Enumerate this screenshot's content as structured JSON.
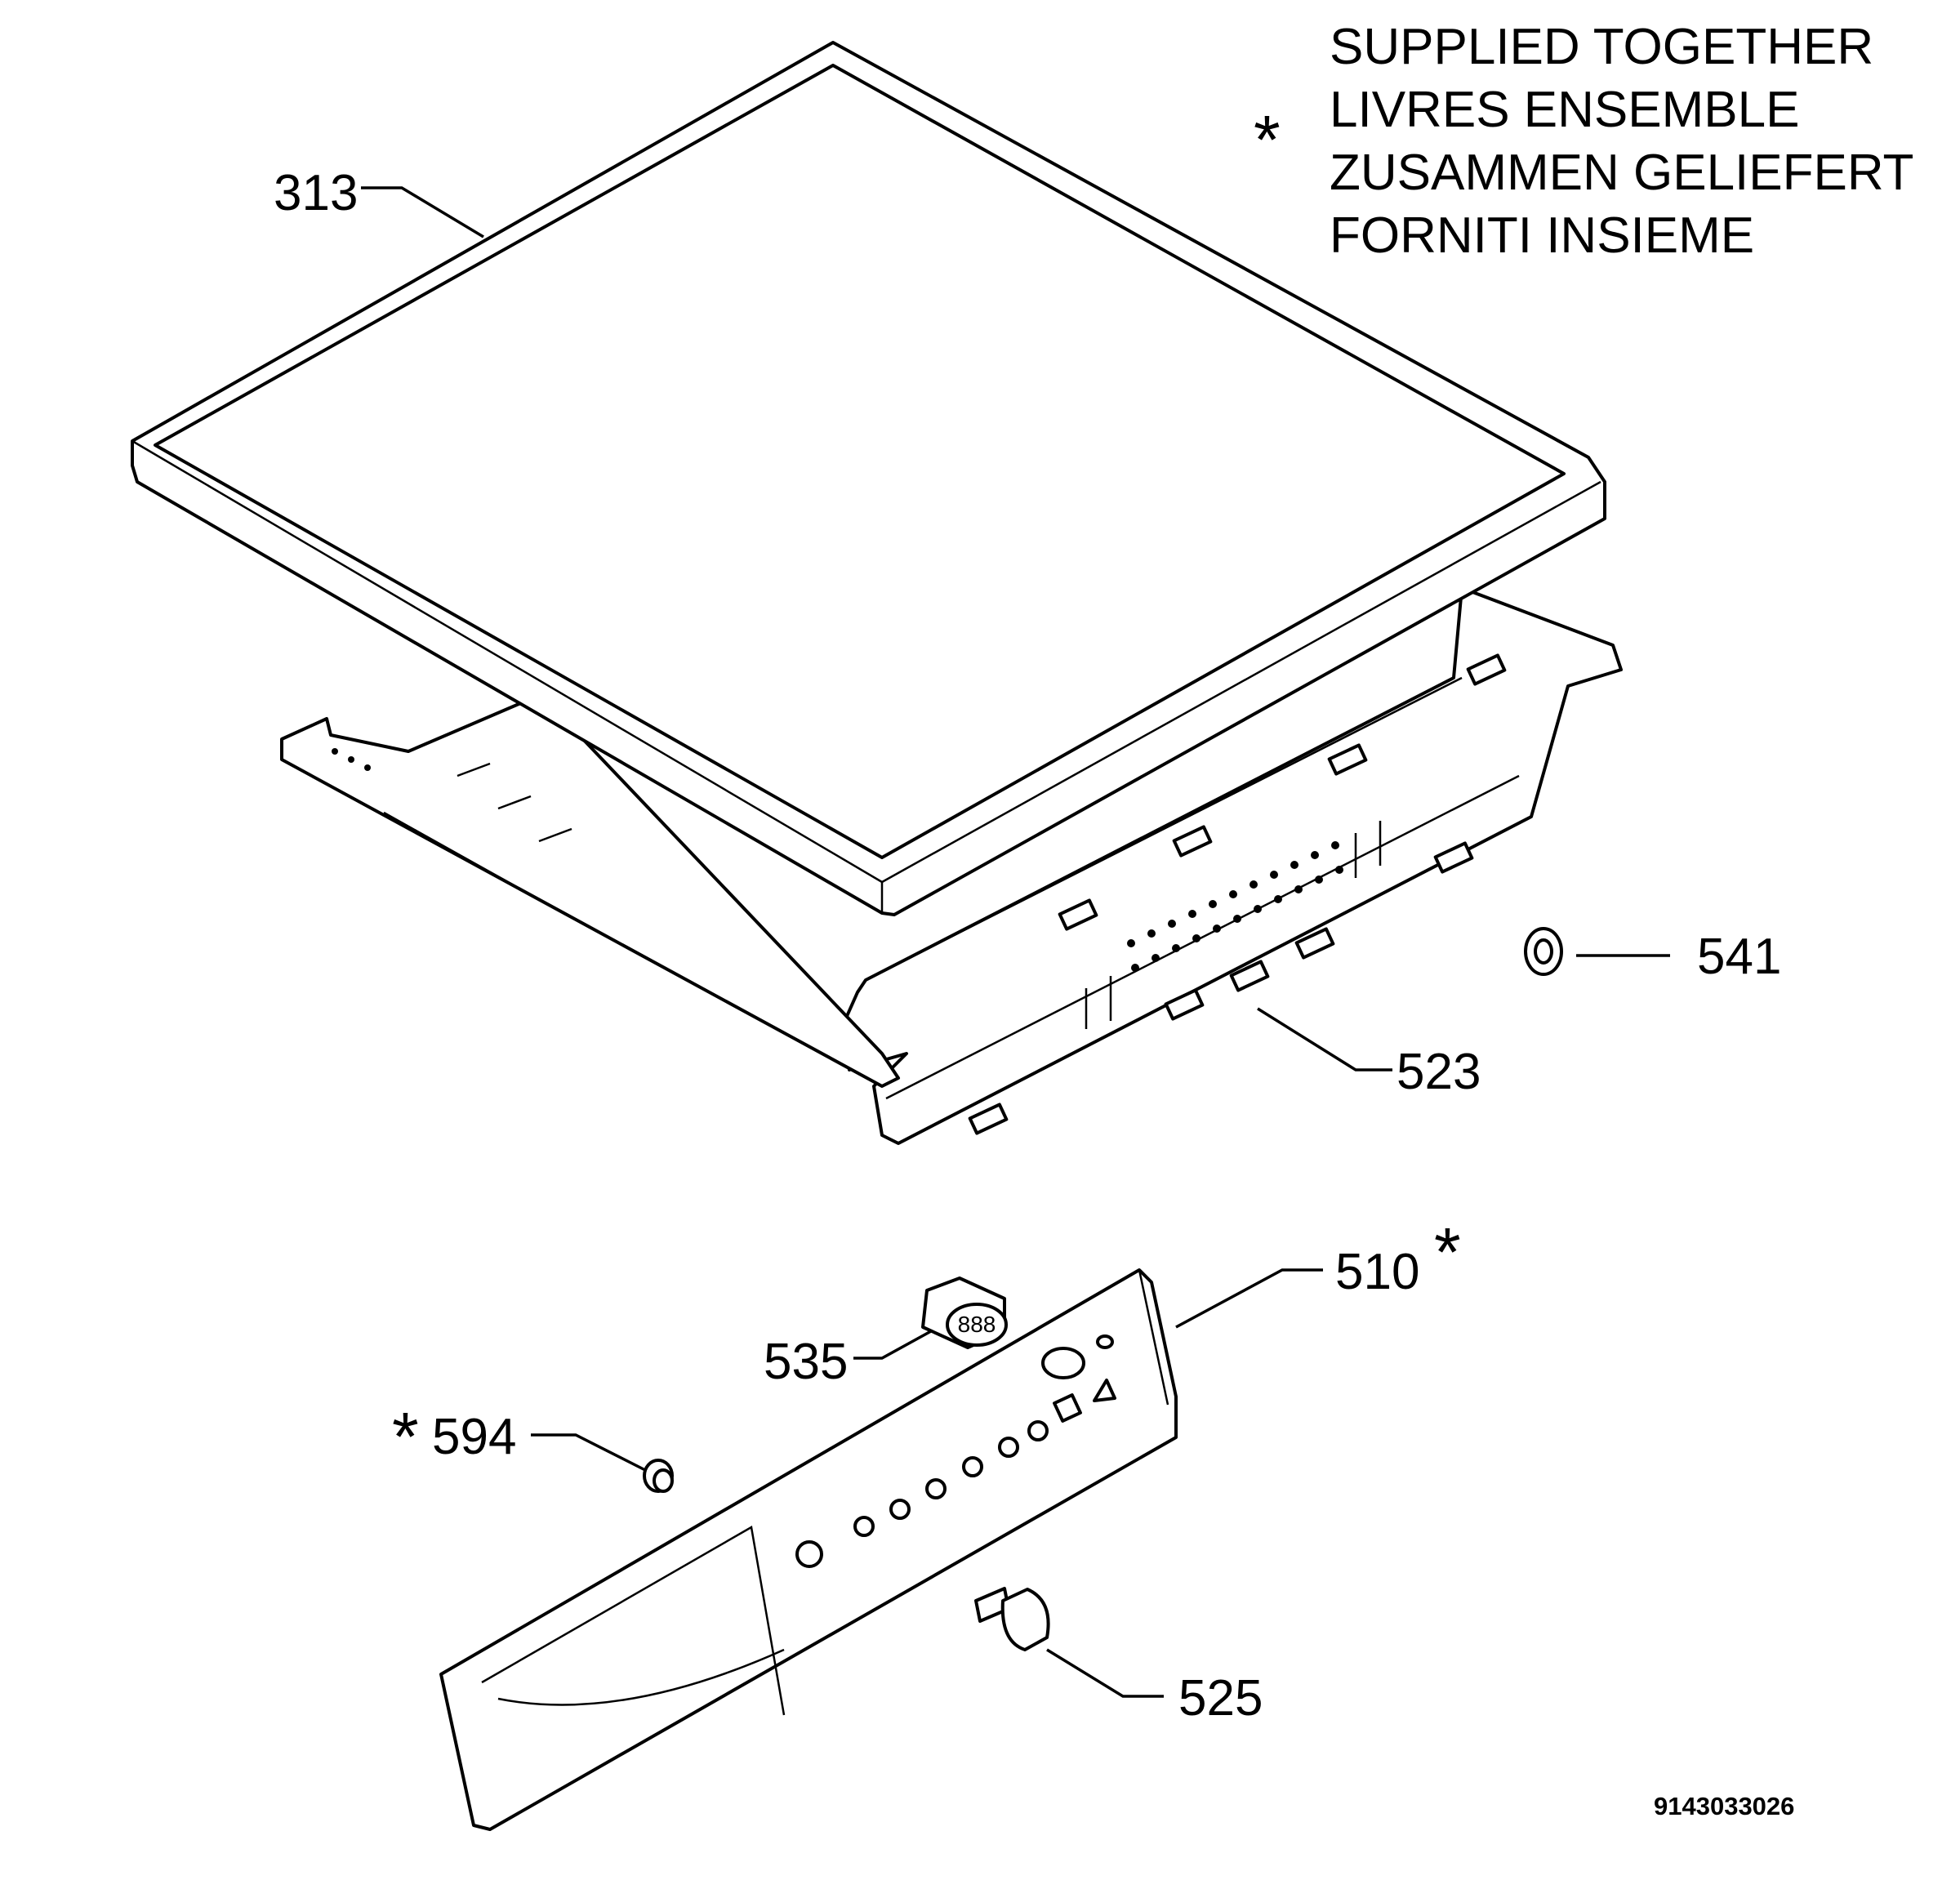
{
  "legend": {
    "marker": "*",
    "lines": [
      "SUPPLIED TOGETHER",
      "LIVRES ENSEMBLE",
      "ZUSAMMEN GELIEFERT",
      "FORNITI INSIEME"
    ]
  },
  "parts": {
    "p313": "313",
    "p541": "541",
    "p523": "523",
    "p510": "510",
    "p535": "535",
    "p594": "594",
    "p525": "525"
  },
  "markers": {
    "m510": "*",
    "m594": "*"
  },
  "display_readout": "888",
  "drawing_code": "9143033026"
}
